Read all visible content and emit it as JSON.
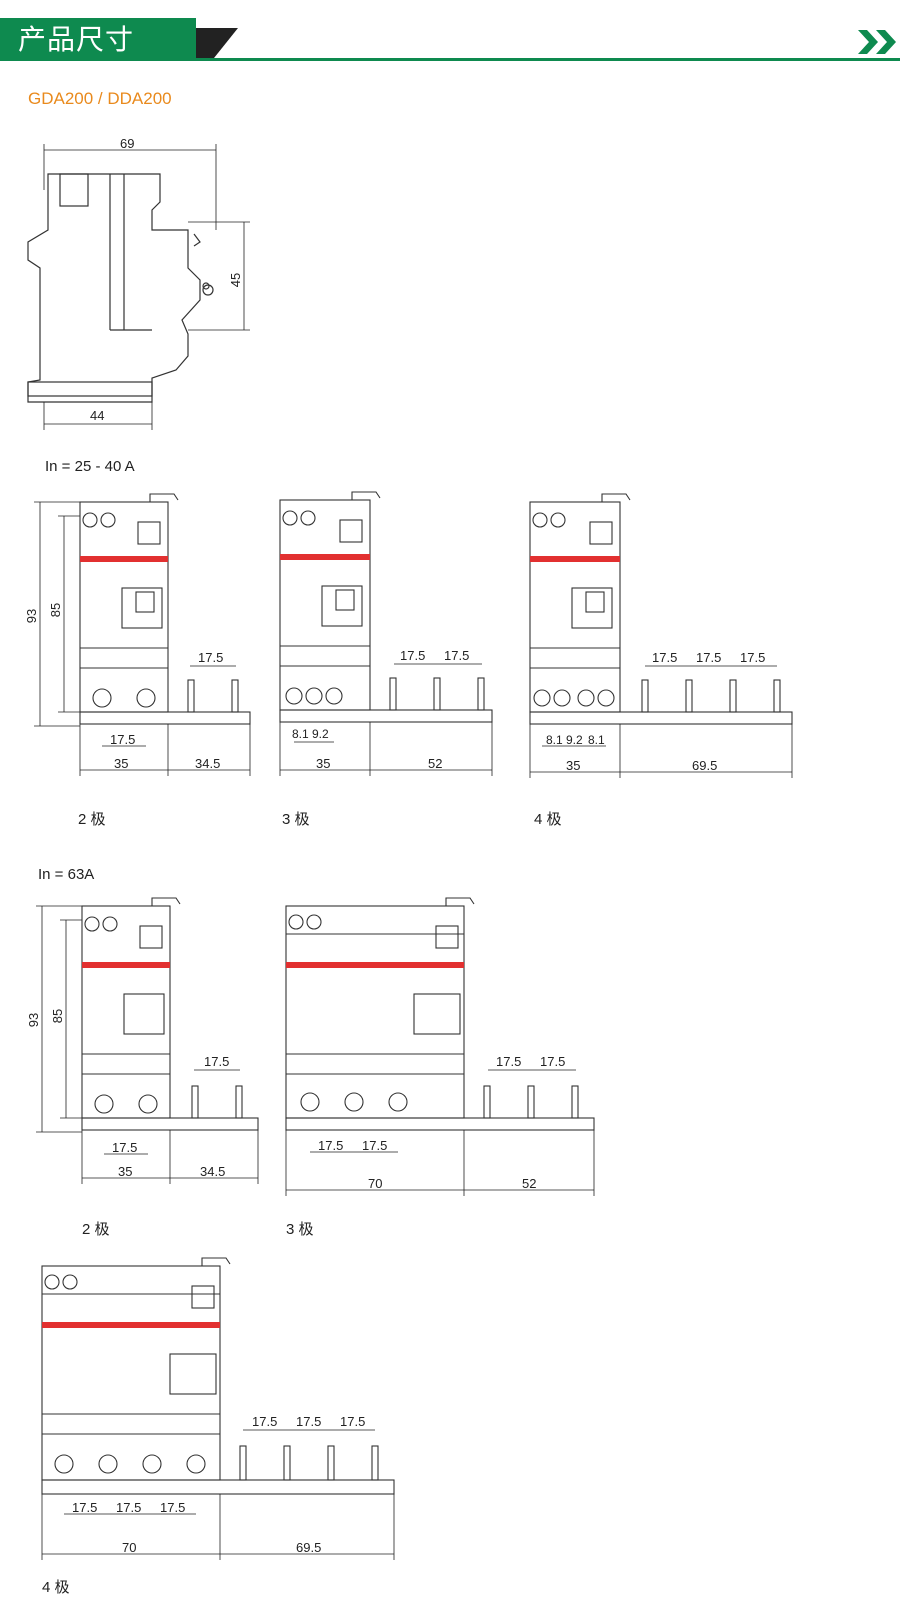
{
  "header": {
    "title": "产品尺寸",
    "bar_color": "#0e8a4f",
    "dark_color": "#222222",
    "arrow_icon": "double-chevron-right"
  },
  "subtitle": "GDA200 / DDA200",
  "side_view": {
    "dim_top": "69",
    "dim_right": "45",
    "dim_bottom": "44"
  },
  "section1": {
    "title": "In = 25 - 40 A",
    "dim_height_outer": "93",
    "dim_height_inner": "85",
    "views": [
      {
        "caption": "2 极",
        "spacing": "17.5",
        "pitch": "17.5",
        "width_left": "35",
        "width_right": "34.5"
      },
      {
        "caption": "3 极",
        "spacings": [
          "17.5",
          "17.5"
        ],
        "gaps": [
          "8.1",
          "9.2"
        ],
        "width_left": "35",
        "width_right": "52"
      },
      {
        "caption": "4 极",
        "spacings": [
          "17.5",
          "17.5",
          "17.5"
        ],
        "gaps": [
          "8.1",
          "9.2",
          "8.1"
        ],
        "width_left": "35",
        "width_right": "69.5"
      }
    ]
  },
  "section2": {
    "title": "In = 63A",
    "dim_height_outer": "93",
    "dim_height_inner": "85",
    "views": [
      {
        "caption": "2 极",
        "spacing": "17.5",
        "pitch": "17.5",
        "width_left": "35",
        "width_right": "34.5"
      },
      {
        "caption": "3 极",
        "spacings": [
          "17.5",
          "17.5"
        ],
        "pitches": [
          "17.5",
          "17.5"
        ],
        "width_left": "70",
        "width_right": "52"
      },
      {
        "caption": "4 极",
        "spacings": [
          "17.5",
          "17.5",
          "17.5"
        ],
        "pitches": [
          "17.5",
          "17.5",
          "17.5"
        ],
        "width_left": "70",
        "width_right": "69.5"
      }
    ]
  }
}
